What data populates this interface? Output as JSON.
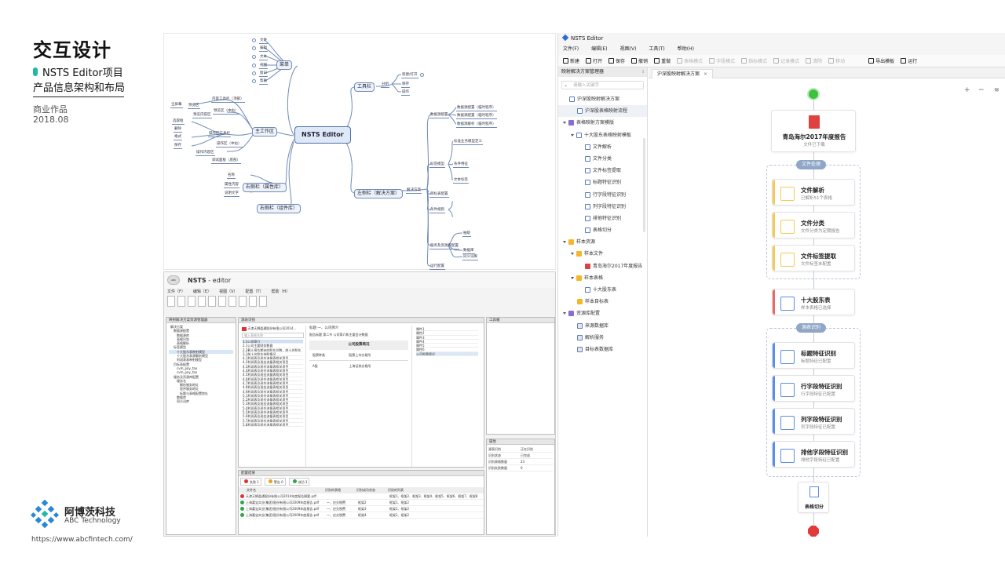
{
  "left_panel": {
    "title": "交互设计",
    "subtitle_line1": "NSTS Editor项目",
    "subtitle_line2": "产品信息架构和布局",
    "category": "商业作品",
    "date": "2018.08",
    "logo_cn": "阿博茨科技",
    "logo_en": "ABC Technology",
    "url": "https://www.abcfintech.com/",
    "accent_color": "#1fb8a8"
  },
  "mindmap": {
    "center": "NSTS Editor",
    "branches": {
      "menu": "菜单",
      "workspace": "主工作区",
      "toolbar": "工具栏",
      "left_panel": "左侧栏（解决方案）",
      "right_attr": "右侧栏（属性库）",
      "right_comp": "右侧栏（组件库）"
    },
    "menu_leaves": [
      "文件",
      "编辑",
      "文本",
      "视图",
      "窗口",
      "帮助"
    ],
    "toolbar_leaves": [
      "分组",
      "新建/打开",
      "保存",
      "操作"
    ],
    "workspace_leaves": [
      "内容工具栏（顶部）",
      "预览区（中右）",
      "预览内容区",
      "操作区工具栏",
      "操作区（中右）",
      "操作内容区",
      "调试面板（底部）",
      "全屏幕",
      "预览区",
      "选取框",
      "删除",
      "格式",
      "保存"
    ],
    "right_attr_leaves": [
      "名称",
      "属性内容",
      "说明文字"
    ],
    "left_leaves": [
      "解决方案",
      "数据源配置",
      "标签模型",
      "目标表配置",
      "条件规则",
      "服务及资源库配置",
      "运行配置",
      "数据源配置（临时程序）",
      "数据源配置（临时程序）",
      "数据源解析（临时程序）",
      "标准业务模型定义",
      "条件特征",
      "文本标签",
      "抽取",
      "数据库",
      "同义词库"
    ]
  },
  "old_editor": {
    "app_name_bold": "NSTS",
    "app_name_rest": " - editor",
    "logo_text": "ABC",
    "menu": [
      "文件（F）",
      "编辑（E）",
      "视图（V）",
      "配置（T）",
      "帮助（H）"
    ],
    "panel_solution": "映射解决方案资源管理器",
    "panel_source": "源表识别",
    "panel_tools": "工具箱",
    "panel_props": "属性",
    "panel_results": "配置结果",
    "tree": [
      "解决方案",
      "数据源配置",
      "数据源库",
      "表格识别",
      "表格解析",
      "标签模型",
      "十大股东表映射模型",
      "十大股东表源解析模型",
      "利润表表映射模型",
      "目标表配置",
      "cvm_pay_tax",
      "cvm_pay_tax",
      "服务及资源库配置",
      "服务名",
      "解析服务地址",
      "程序服务地址",
      "标题与表格配置地址",
      "数据库",
      "同义词库"
    ],
    "source_title": "天津天狮盈通股份有限公司2014...",
    "source_search": "输入表格名称",
    "source_rows": [
      "1.1公司简介",
      "2.1公司主要财务数据",
      "2.2截止报告期末的股东总数，前十名股东",
      "3.1前十名股东持股情况",
      "4.1利润表及现金流量表相关项目",
      "4.2利润表及现金流量表相关项目",
      "4.3利润表及现金流量表相关项目",
      "4.4利润表及现金流量表相关项目",
      "4.5利润表及现金流量表相关项目",
      "4.6利润表及现金流量表相关项目",
      "4.7利润表及现金流量表相关项目",
      "4.8利润表及现金流量表相关项目",
      "4.9利润表及现金流量表相关项目",
      "5.1利润表及现金流量表相关项目",
      "5.2利润表及现金流量表相关项目",
      "5.3利润表及现金流量表相关项目",
      "5.4利润表及现金流量表相关项目",
      "5.5利润表及现金流量表相关项目",
      "5.6利润表及现金流量表相关项目",
      "5.7利润表及现金流量表相关项目",
      "5.8利润表及现金流量表相关项目"
    ],
    "middle_head": "标题 一、公司简介",
    "middle_sub": "报告标题 第二节 公司简介和主要会计数据",
    "middle_row1": "公司股票简况",
    "middle_row2a": "股票种类",
    "middle_row2b": "股票上市交易所",
    "middle_row3a": "A股",
    "middle_row3b": "上海证券交易所",
    "right_list": [
      "属性1",
      "属性2",
      "属性3",
      "属性4",
      "属性5",
      "属性6",
      "公司股票简况"
    ],
    "props": [
      [
        "源表识别",
        "正在识别"
      ],
      [
        "识别状态",
        "已完成"
      ],
      [
        "识别表格数量",
        "23"
      ],
      [
        "识别失败数量",
        "0"
      ]
    ],
    "results_filters": [
      "失败 1",
      "警告 0",
      "成功 3"
    ],
    "results_headers": [
      "文件名",
      "识别的表格",
      "识别成功状态",
      "识别的列表"
    ],
    "results_rows": [
      [
        "天津天狮盈通股份有限公司2014年度报告摘要.pdf",
        "",
        "",
        "框架1、框架2、框架3、框架4、框架5、框架6、框架7、框架8"
      ],
      [
        "上海嘉宝实业(集团)股份有限公司2009年度报告.pdf",
        "一、应交税费",
        "框架2",
        "框架1、框架2"
      ],
      [
        "上海嘉宝实业(集团)股份有限公司2009年度报告.pdf",
        "一、应交税费",
        "框架3",
        "框架1、框架2"
      ],
      [
        "上海嘉宝实业(集团)股份有限公司2009年度报告.pdf",
        "一、应交税费",
        "框架4",
        "框架1、框架2"
      ]
    ]
  },
  "new_editor": {
    "window_title": "NSTS Editor",
    "menu": [
      "文件(F)",
      "编辑(E)",
      "视图(V)",
      "工具(T)",
      "帮助(H)"
    ],
    "toolbar": [
      {
        "label": "新建",
        "enabled": true
      },
      {
        "label": "打开",
        "enabled": true
      },
      {
        "label": "保存",
        "enabled": true
      },
      {
        "label": "撤销",
        "enabled": true
      },
      {
        "label": "重做",
        "enabled": true
      },
      {
        "label": "表格模式",
        "enabled": false
      },
      {
        "label": "字段模式",
        "enabled": false
      },
      {
        "label": "指标模式",
        "enabled": false
      },
      {
        "label": "记录模式",
        "enabled": false
      },
      {
        "label": "清除",
        "enabled": false
      },
      {
        "label": "移动",
        "enabled": false
      },
      {
        "label": "导出模板",
        "enabled": true
      },
      {
        "label": "运行",
        "enabled": true
      }
    ],
    "sidebar_title": "映射解决方案管理器",
    "search_placeholder": "请输入关键字",
    "tree": [
      {
        "label": "沪深股映射解决方案",
        "indent": 0,
        "icon": "doc",
        "arrow": false,
        "selected": false
      },
      {
        "label": "沪深股表格映射流程",
        "indent": 1,
        "icon": "doc",
        "arrow": false,
        "selected": true
      },
      {
        "label": "表格映射方案模版",
        "indent": 0,
        "icon": "purple",
        "arrow": true,
        "selected": false
      },
      {
        "label": "十大股东表格映射模板",
        "indent": 1,
        "icon": "doc",
        "arrow": true,
        "selected": false
      },
      {
        "label": "文件解析",
        "indent": 2,
        "icon": "doc",
        "arrow": false,
        "selected": false
      },
      {
        "label": "文件分类",
        "indent": 2,
        "icon": "doc",
        "arrow": false,
        "selected": false
      },
      {
        "label": "文件标签提取",
        "indent": 2,
        "icon": "doc",
        "arrow": false,
        "selected": false
      },
      {
        "label": "标题特征识别",
        "indent": 2,
        "icon": "doc",
        "arrow": false,
        "selected": false
      },
      {
        "label": "行字段特征识别",
        "indent": 2,
        "icon": "doc",
        "arrow": false,
        "selected": false
      },
      {
        "label": "列字段特征识别",
        "indent": 2,
        "icon": "doc",
        "arrow": false,
        "selected": false
      },
      {
        "label": "排他特征识别",
        "indent": 2,
        "icon": "doc",
        "arrow": false,
        "selected": false
      },
      {
        "label": "表格切分",
        "indent": 2,
        "icon": "doc",
        "arrow": false,
        "selected": false
      },
      {
        "label": "样本资源",
        "indent": 0,
        "icon": "folder",
        "arrow": true,
        "selected": false
      },
      {
        "label": "样本文件",
        "indent": 1,
        "icon": "folder",
        "arrow": true,
        "selected": false
      },
      {
        "label": "青岛海尔2017年度报告",
        "indent": 2,
        "icon": "pdf",
        "arrow": false,
        "selected": false
      },
      {
        "label": "样本表格",
        "indent": 1,
        "icon": "folder",
        "arrow": true,
        "selected": false
      },
      {
        "label": "十大股东表",
        "indent": 2,
        "icon": "doc",
        "arrow": false,
        "selected": false
      },
      {
        "label": "样本目标表",
        "indent": 1,
        "icon": "folder",
        "arrow": false,
        "selected": false
      },
      {
        "label": "资源库配置",
        "indent": 0,
        "icon": "purple",
        "arrow": true,
        "selected": false
      },
      {
        "label": "来源数据库",
        "indent": 1,
        "icon": "db",
        "arrow": false,
        "selected": false
      },
      {
        "label": "解析服务",
        "indent": 1,
        "icon": "db",
        "arrow": false,
        "selected": false
      },
      {
        "label": "目标表数据库",
        "indent": 1,
        "icon": "db",
        "arrow": false,
        "selected": false
      }
    ],
    "tab_label": "沪深股映射解决方案",
    "zoom_in": "+",
    "zoom_out": "−",
    "flow": {
      "source_title": "青岛海尔2017年度报告",
      "source_sub": "文件已下载",
      "group1_label": "文件处理",
      "step1_title": "文件解析",
      "step1_sub": "已解析51个表格",
      "step2_title": "文件分类",
      "step2_sub": "文件分类为定期报告",
      "step3_title": "文件标签提取",
      "step3_sub": "文件标签未配置",
      "mid_title": "十大股东表",
      "mid_sub": "样本表格已选择",
      "group2_label": "源表识别",
      "step4_title": "标题特征识别",
      "step4_sub": "标题特征已配置",
      "step5_title": "行字段特征识别",
      "step5_sub": "行字段特征已配置",
      "step6_title": "列字段特征识别",
      "step6_sub": "列字段特征已配置",
      "step7_title": "排他字段特征识别",
      "step7_sub": "排他字段特征已配置",
      "end_title": "表格切分"
    },
    "colors": {
      "start": "#3cc23c",
      "end": "#e03a3a",
      "bar_yellow": "#f5c95a",
      "bar_red": "#e66a6a",
      "bar_blue": "#5b8ee6",
      "group_label": "#8fa6c6"
    }
  }
}
